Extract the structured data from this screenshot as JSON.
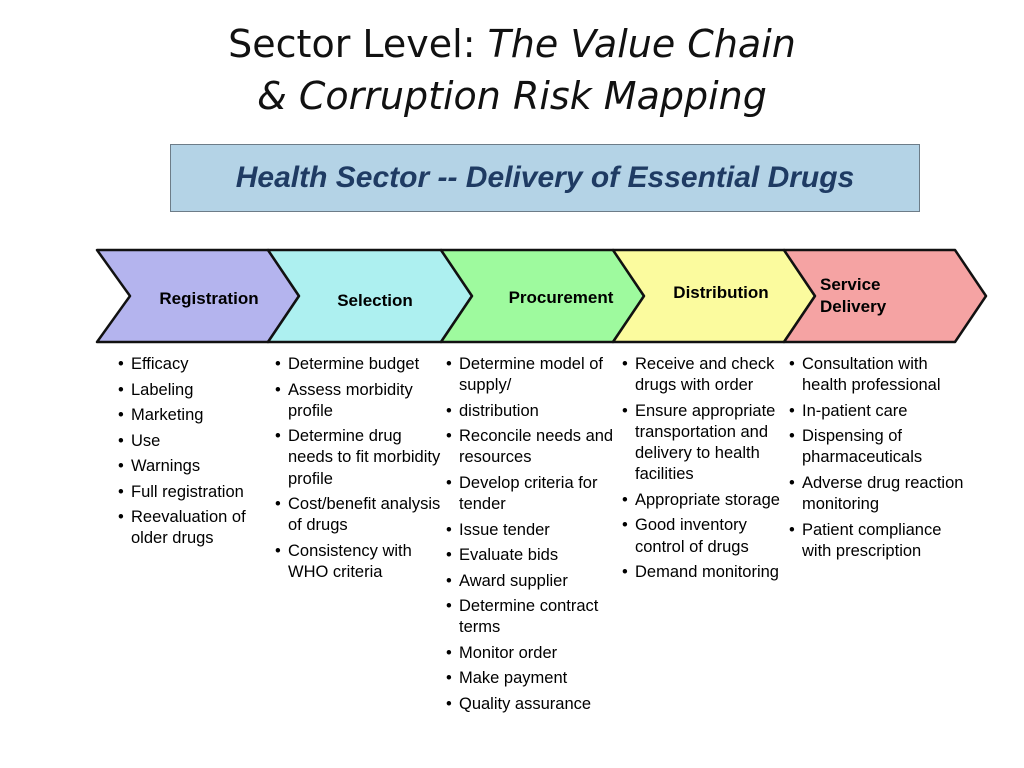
{
  "title": {
    "line1_plain": "Sector Level: ",
    "line1_italic": "The Value Chain",
    "line2_italic": "& Corruption Risk Mapping"
  },
  "subtitle": "Health Sector -- Delivery of Essential Drugs",
  "colors": {
    "registration": "#b4b4ee",
    "selection": "#adf0f0",
    "procurement": "#9efa9e",
    "distribution": "#fbfb9e",
    "service_delivery": "#f5a3a3",
    "subtitle_box": "#b4d3e6"
  },
  "chain": [
    {
      "label": "Registration"
    },
    {
      "label": "Selection"
    },
    {
      "label": "Procurement"
    },
    {
      "label": "Distribution"
    },
    {
      "label_line1": "Service",
      "label_line2": "Delivery"
    }
  ],
  "columns": [
    {
      "items": [
        "Efficacy",
        "Labeling",
        "Marketing",
        "Use",
        "Warnings",
        "Full registration",
        "Reevaluation of older drugs"
      ]
    },
    {
      "items": [
        "Determine budget",
        "Assess morbidity profile",
        "Determine drug needs to fit morbidity profile",
        "Cost/benefit analysis of drugs",
        "Consistency with WHO criteria"
      ]
    },
    {
      "items": [
        "Determine model of supply/",
        "distribution",
        "Reconcile needs and resources",
        "Develop criteria for tender",
        "Issue tender",
        "Evaluate bids",
        "Award supplier",
        "Determine contract terms",
        "Monitor order",
        "Make payment",
        "Quality assurance"
      ]
    },
    {
      "items": [
        "Receive and check drugs with order",
        "Ensure appropriate transportation and delivery to health facilities",
        "Appropriate storage",
        "Good inventory control of drugs",
        "Demand monitoring"
      ]
    },
    {
      "items": [
        "Consultation with health professional",
        "In-patient care",
        "Dispensing of pharmaceuticals",
        "Adverse drug reaction monitoring",
        "Patient compliance with prescription"
      ]
    }
  ]
}
